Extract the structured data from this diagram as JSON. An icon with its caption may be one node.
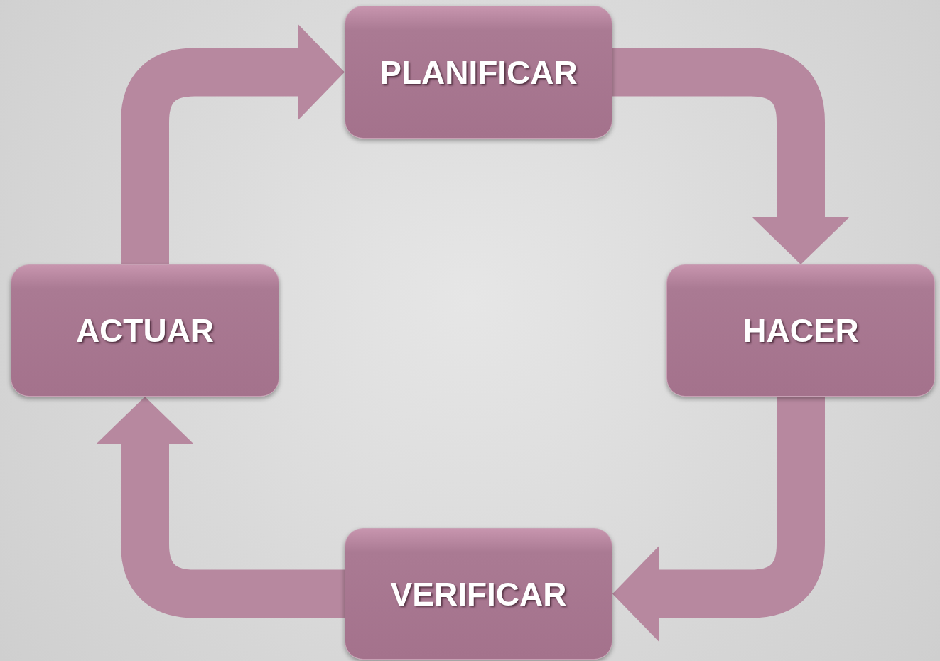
{
  "diagram": {
    "nodes": [
      {
        "text": [
          "PLANIFICAR"
        ]
      },
      {
        "text": [
          "HACER"
        ]
      },
      {
        "text": [
          "VERIFICAR"
        ]
      },
      {
        "text": [
          "ACTUAR"
        ]
      }
    ],
    "edges": [
      {
        "from": 0,
        "to": 1,
        "arrow": "to"
      },
      {
        "from": 1,
        "to": 2,
        "arrow": "to"
      },
      {
        "from": 2,
        "to": 3,
        "arrow": "to"
      },
      {
        "from": 3,
        "to": 0,
        "arrow": "to"
      }
    ]
  }
}
